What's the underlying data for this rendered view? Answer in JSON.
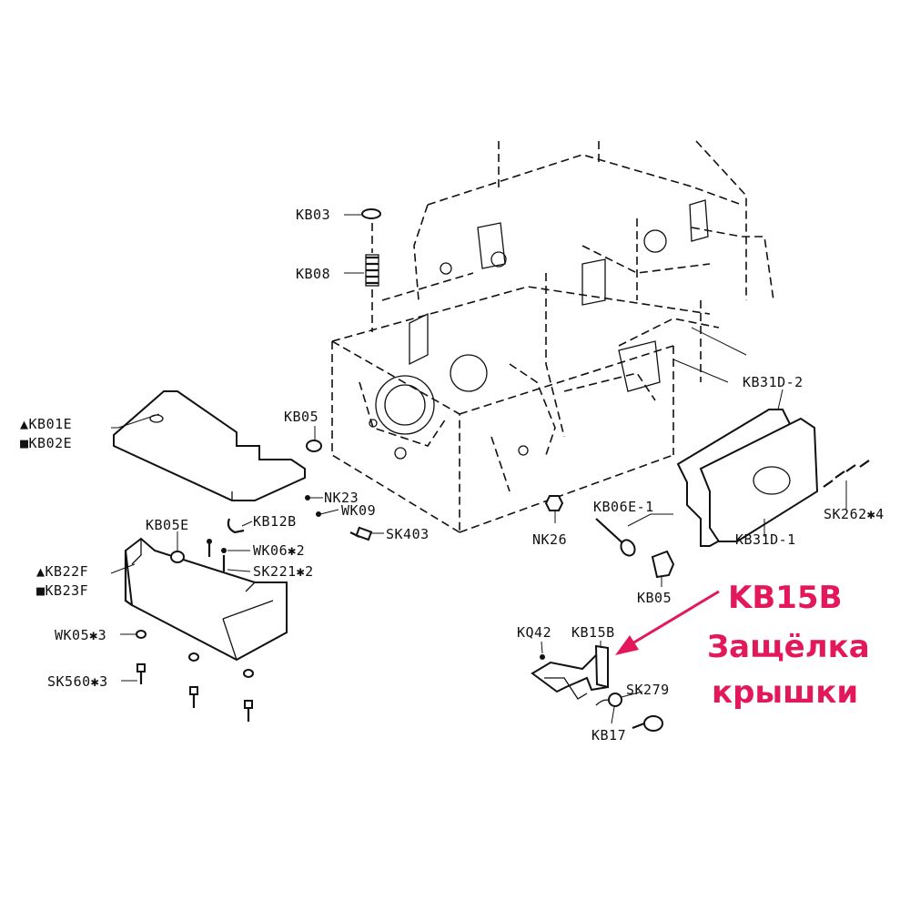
{
  "labels": {
    "kb03": "KB03",
    "kb08": "KB08",
    "kb05_top": "KB05",
    "kb01e": "▲KB01E",
    "kb02e": "■KB02E",
    "nk23": "NK23",
    "wk09": "WK09",
    "sk403": "SK403",
    "kb12b": "KB12B",
    "kb05e": "KB05E",
    "wk06": "WK06✱2",
    "sk221": "SK221✱2",
    "kb22f": "▲KB22F",
    "kb23f": "■KB23F",
    "wk05": "WK05✱3",
    "sk560": "SK560✱3",
    "nk26": "NK26",
    "kb06e": "KB06E-1",
    "kb05_mid": "KB05",
    "kb31d2": "KB31D-2",
    "kb31d1": "KB31D-1",
    "sk262": "SK262✱4",
    "kq42": "KQ42",
    "kb15b": "KB15B",
    "sk279": "SK279",
    "kb17": "KB17"
  },
  "annotation": {
    "code": "KB15B",
    "line1": "Защёлка",
    "line2": "крышки",
    "color": "#e2185b"
  }
}
